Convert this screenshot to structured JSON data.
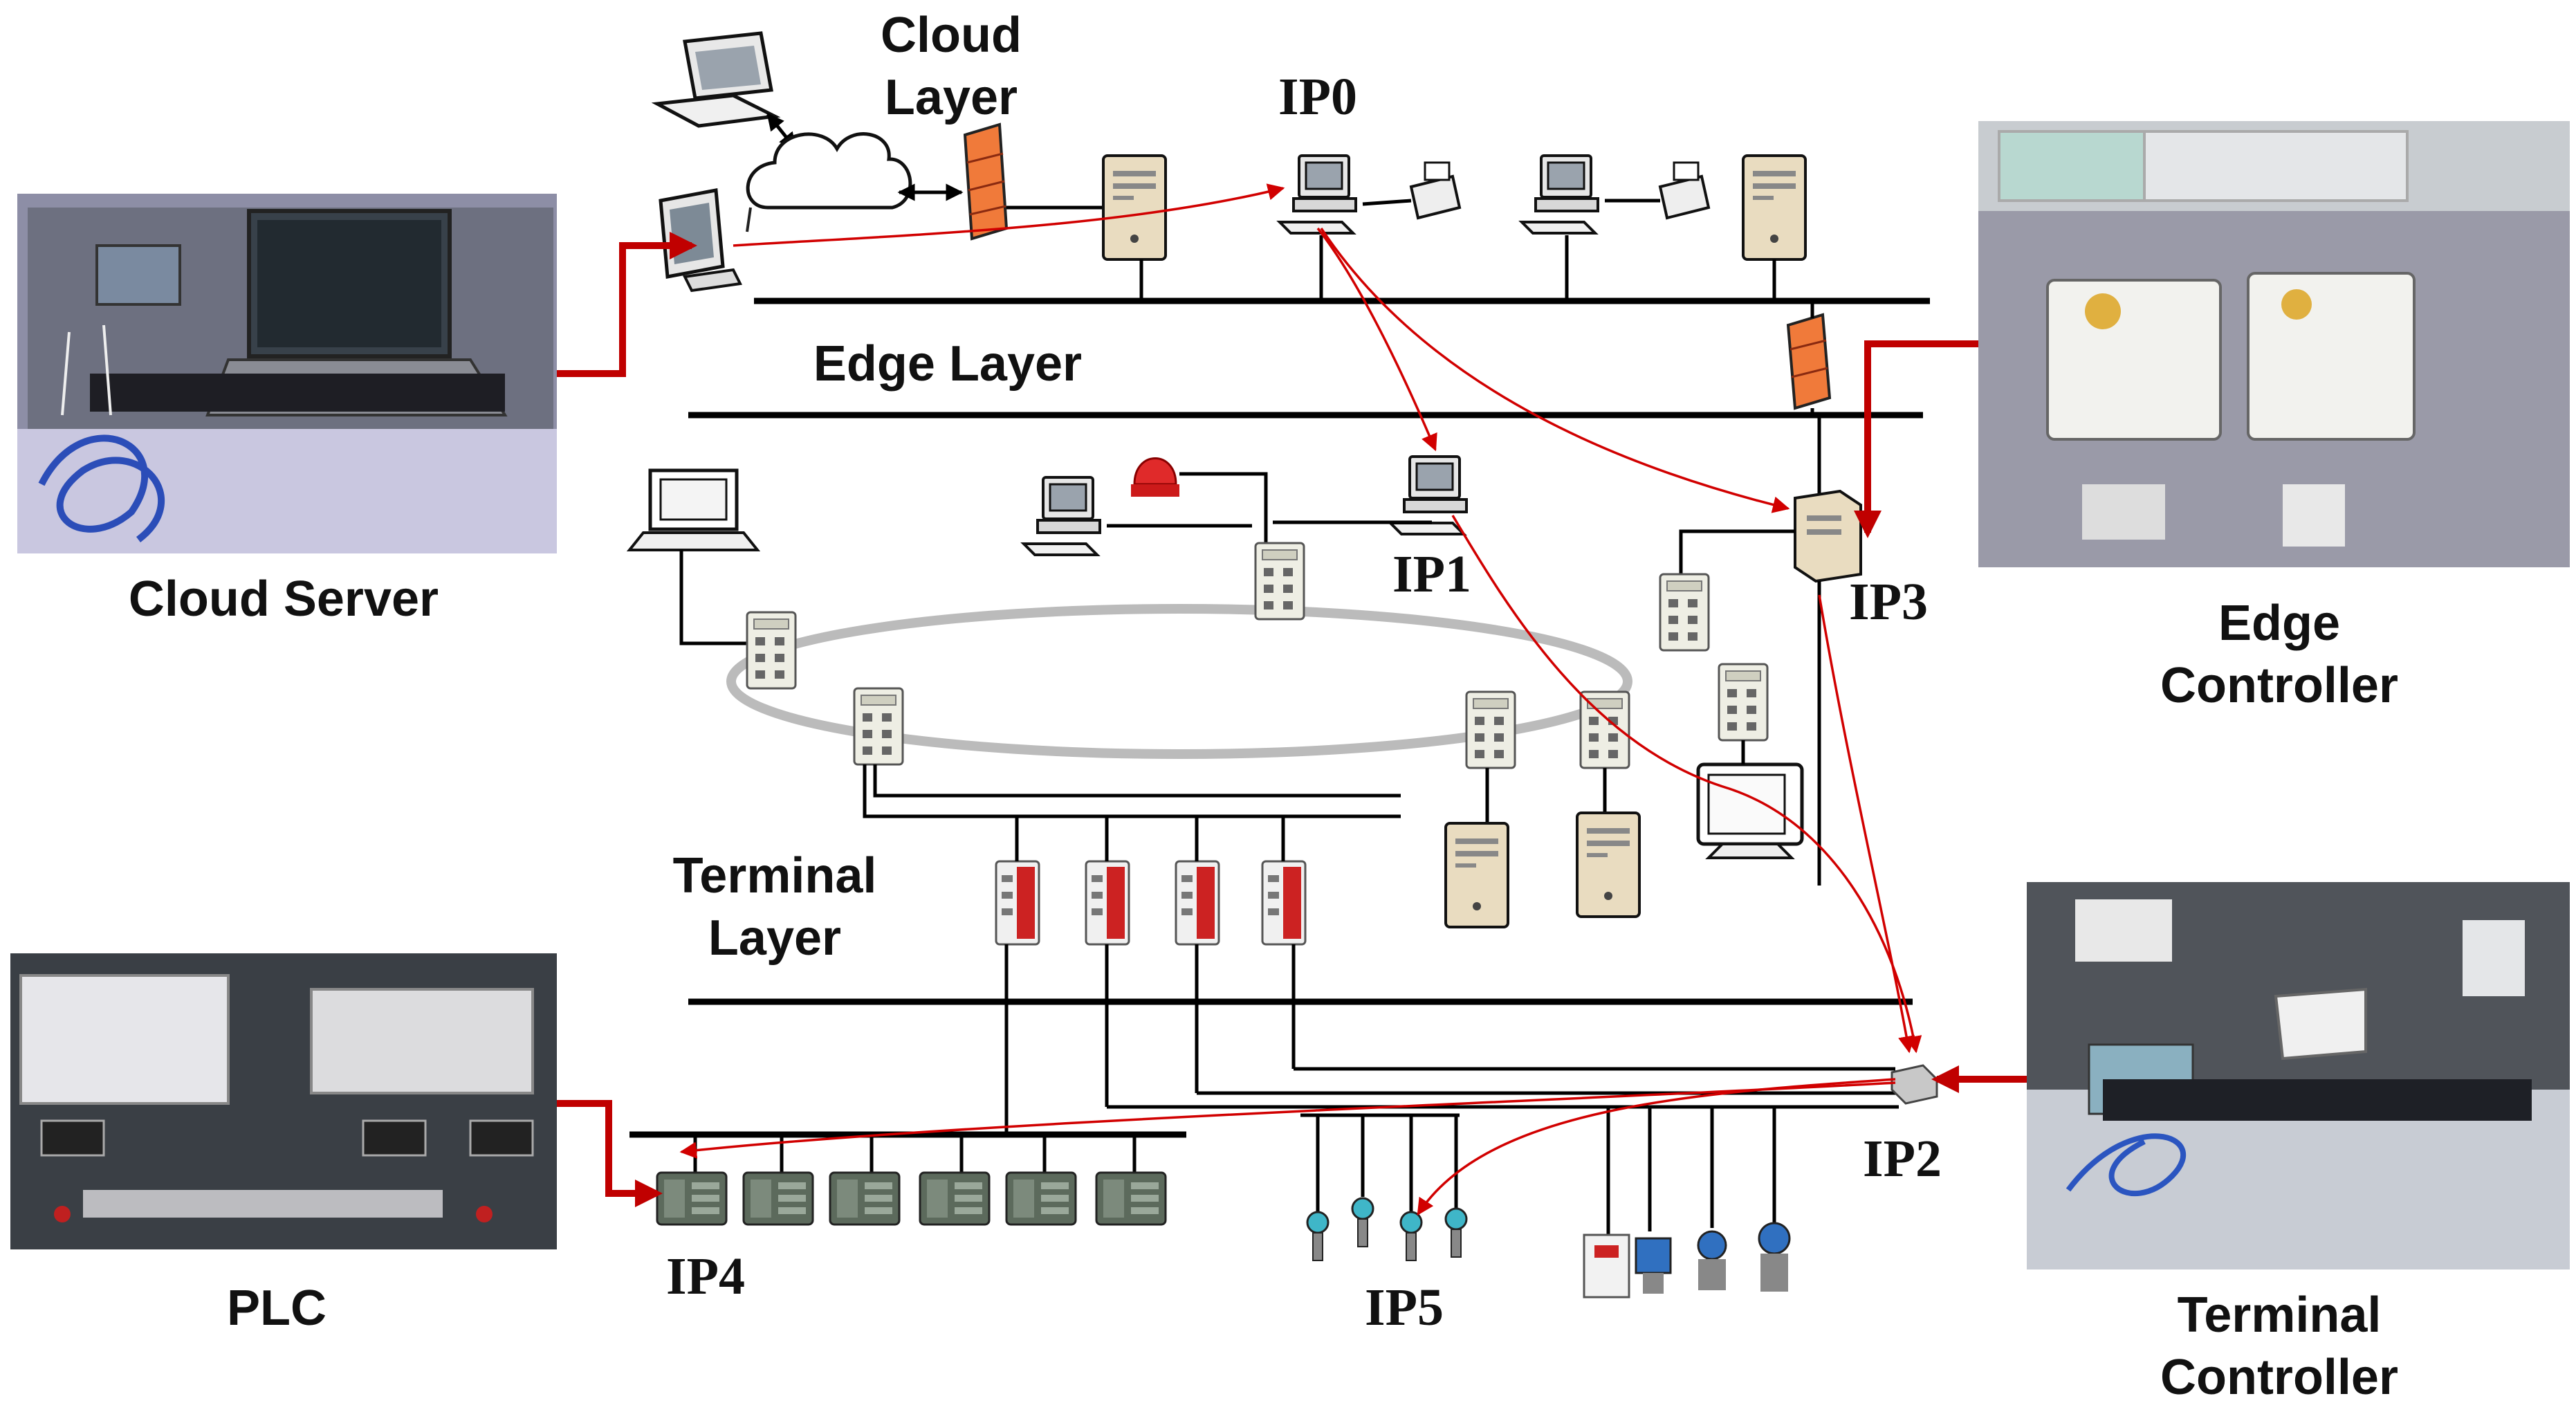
{
  "layers": {
    "cloud": [
      "Cloud",
      "Layer"
    ],
    "edge": "Edge Layer",
    "terminal": [
      "Terminal",
      "Layer"
    ]
  },
  "photos": {
    "cloud_server": "Cloud Server",
    "edge_controller": [
      "Edge",
      "Controller"
    ],
    "plc": "PLC",
    "terminal_controller": [
      "Terminal",
      "Controller"
    ]
  },
  "ip_labels": {
    "ip0": "IP0",
    "ip1": "IP1",
    "ip2": "IP2",
    "ip3": "IP3",
    "ip4": "IP4",
    "ip5": "IP5"
  },
  "colors": {
    "flow": "#d10000",
    "thick_arrow": "#c00000",
    "firewall": "#f07a3a",
    "plc_module": "#cc2222",
    "ring": "#bbbbbb"
  }
}
